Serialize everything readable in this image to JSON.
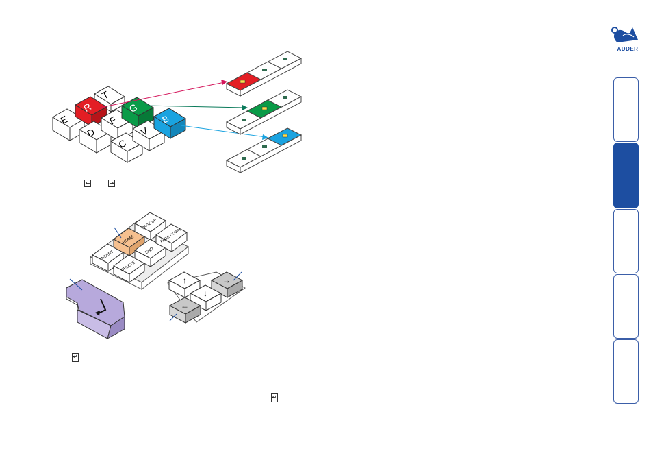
{
  "brand": {
    "logo_text": "ADDER",
    "accent": "#1d4ea1"
  },
  "keys_group1": {
    "row1": [
      "T"
    ],
    "row2": [
      "E",
      "R",
      "G",
      "B"
    ],
    "row3": [
      "D",
      "F",
      "V"
    ],
    "row4": [
      "C"
    ]
  },
  "keys_group2": {
    "nav": [
      "INSERT",
      "HOME",
      "PAGE UP",
      "DELETE",
      "END",
      "PAGE DOWN"
    ],
    "arrows": [
      "↑",
      "→",
      "←",
      "↓"
    ]
  },
  "colors": {
    "red": "#e31e24",
    "green": "#0a9b48",
    "blue": "#1aa3e0",
    "home": "#f6c08f",
    "enter": "#b7a9dc",
    "arrow_grey": "#c8c8c8"
  },
  "inline_symbols": {
    "left_arrow_key": "←",
    "right_arrow_key": "→",
    "enter_key_1": "↵",
    "enter_key_2": "↵"
  },
  "side_tabs": [
    {
      "active": false
    },
    {
      "active": true
    },
    {
      "active": false
    },
    {
      "active": false
    },
    {
      "active": false
    }
  ]
}
